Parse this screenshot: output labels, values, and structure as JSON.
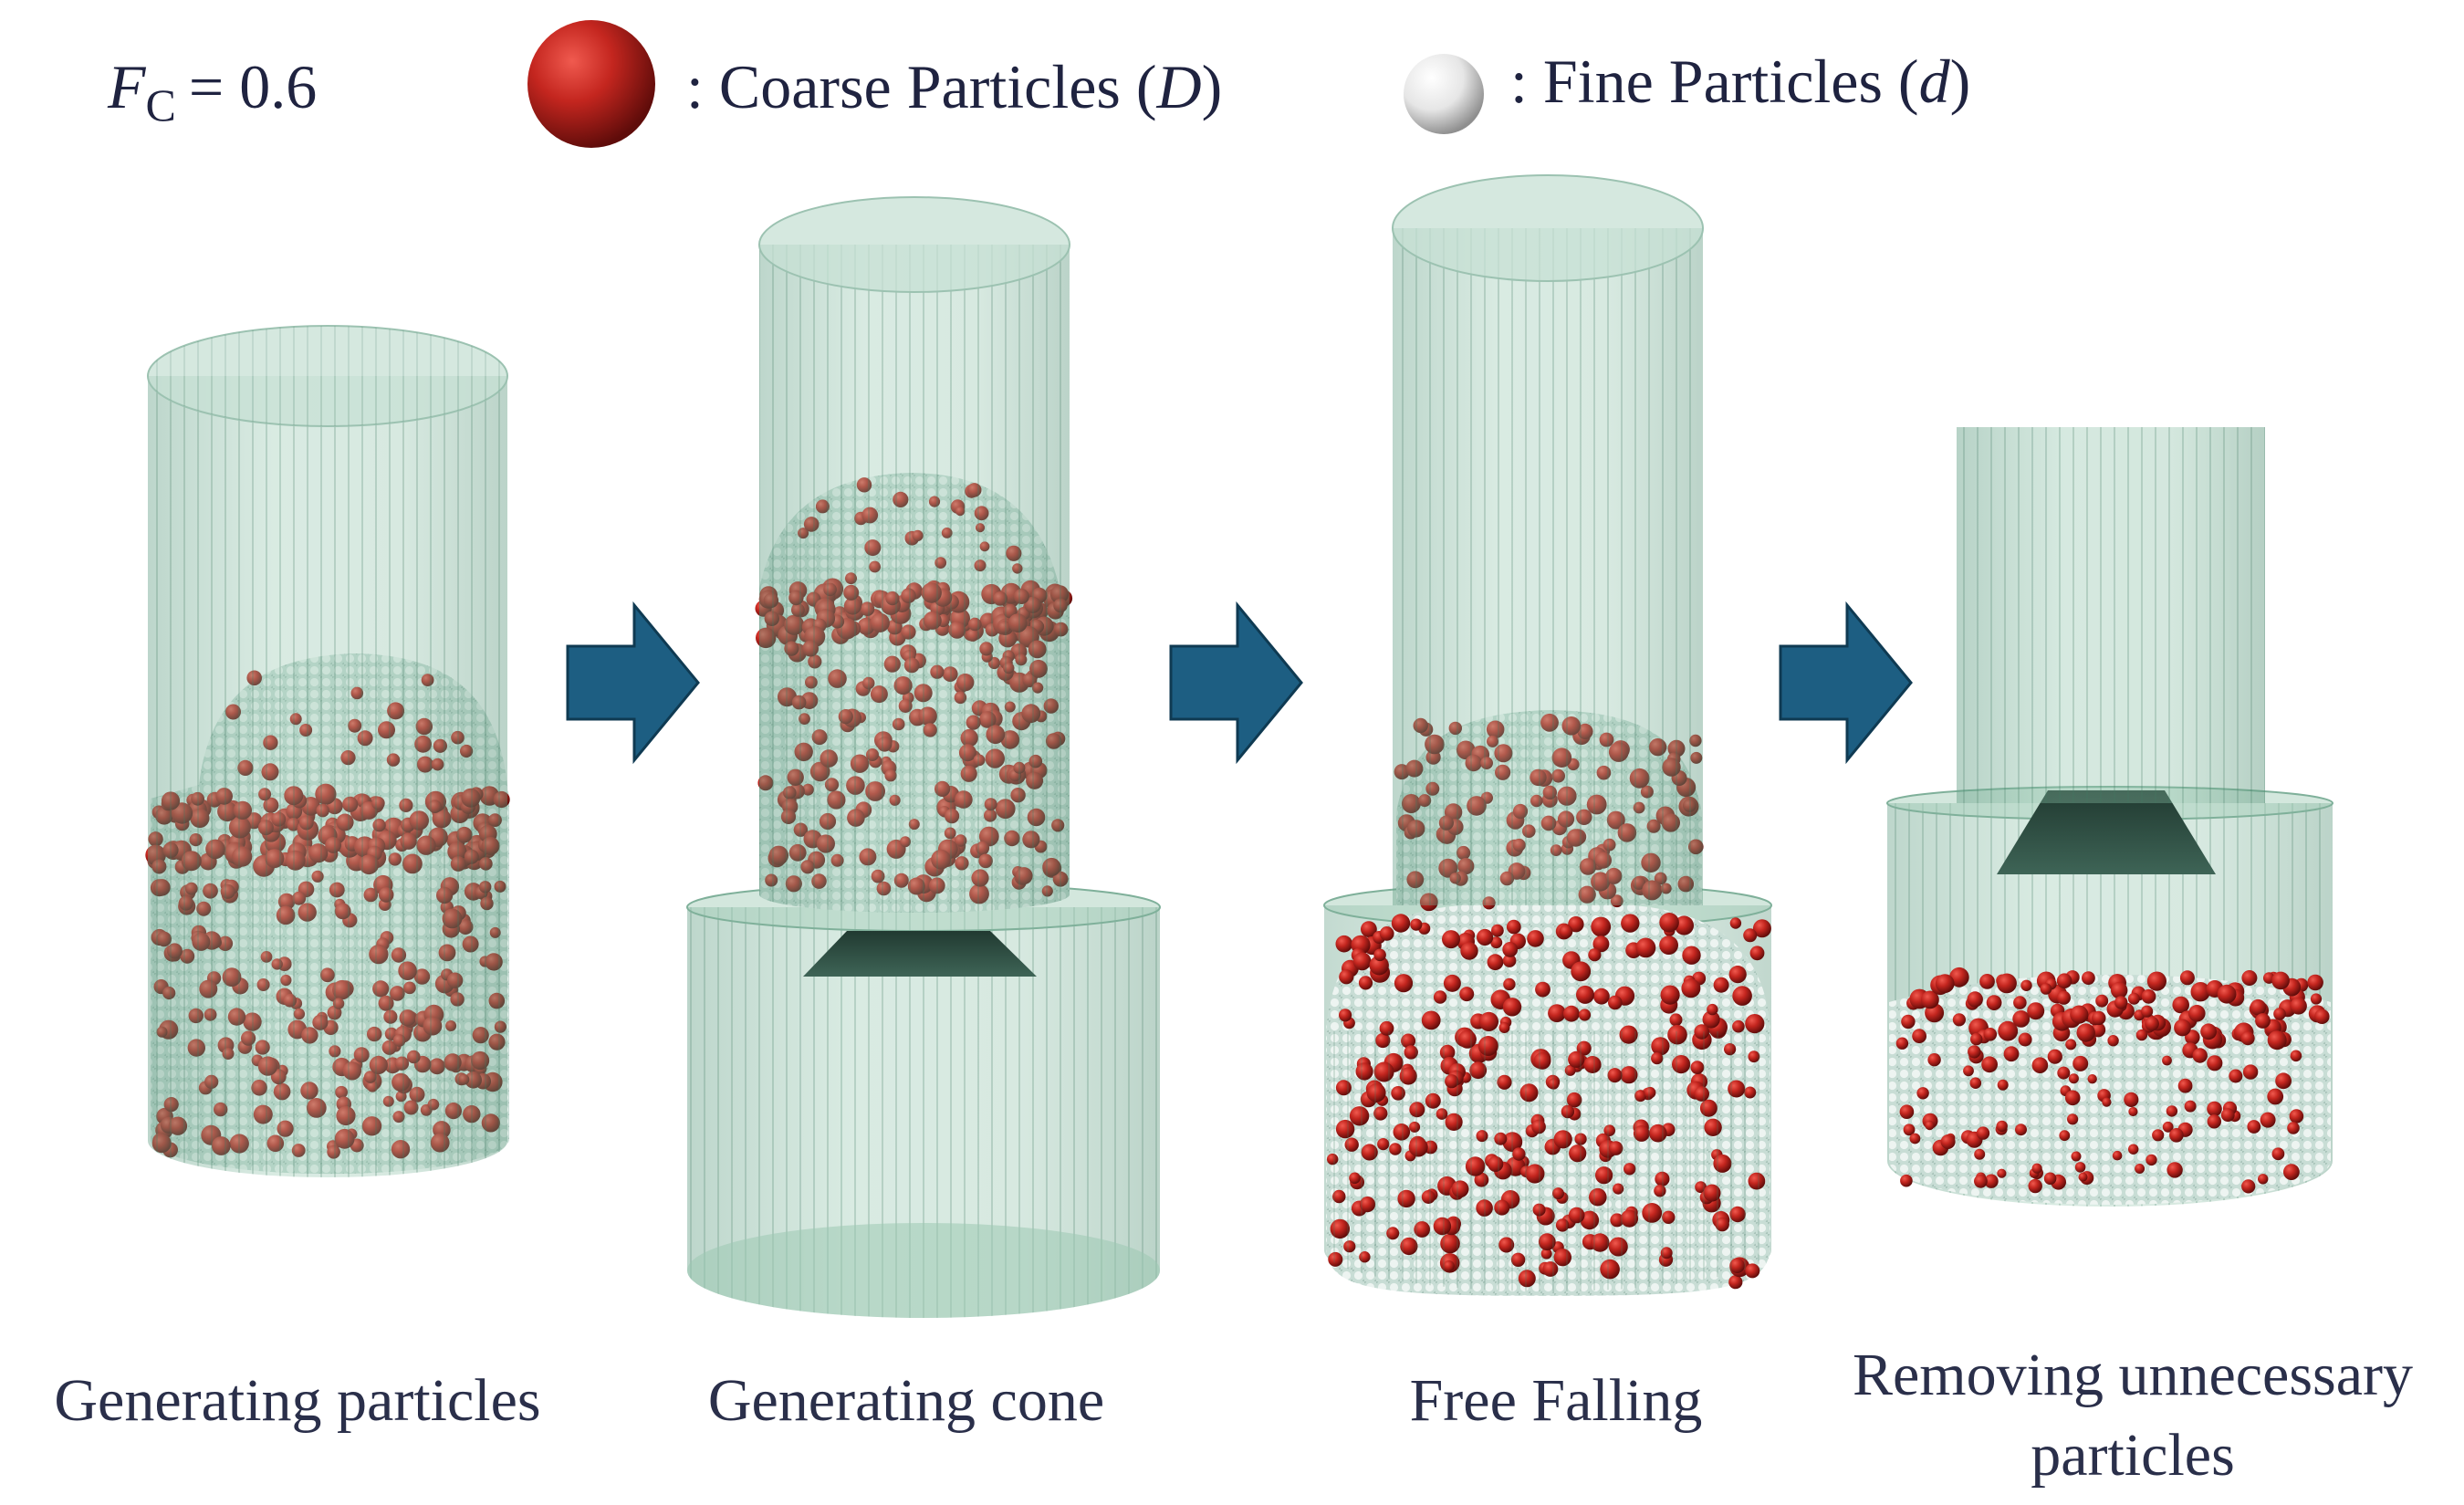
{
  "legend": {
    "fc_symbol": "F",
    "fc_subscript": "C",
    "fc_equals": "= 0.6",
    "coarse_label": ": Coarse Particles (",
    "coarse_symbol": "D",
    "coarse_close": ")",
    "fine_label": ": Fine Particles (",
    "fine_symbol": "d",
    "fine_close": ")"
  },
  "captions": {
    "step1": "Generating particles",
    "step2": "Generating cone",
    "step3": "Free Falling",
    "step4_line1": "Removing unnecessary",
    "step4_line2": "particles"
  },
  "colors": {
    "cylinder": "#7fb89c",
    "coarse": "#b3231f",
    "fine": "#dfe9e4",
    "arrow": "#1d5e82",
    "cone": "#2f4d42"
  }
}
